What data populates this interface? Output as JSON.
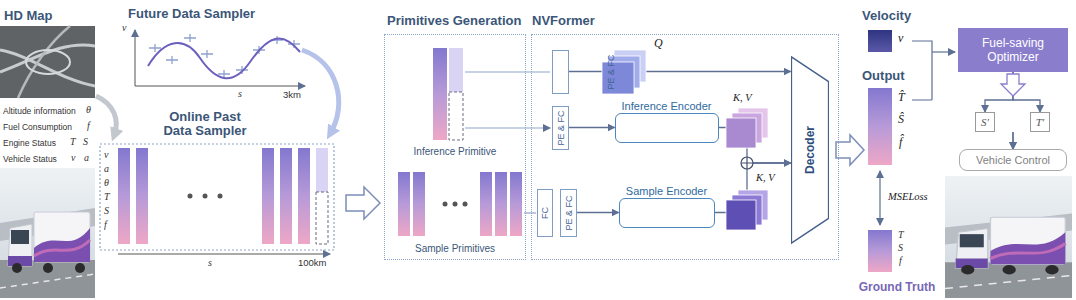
{
  "diagram": {
    "nodes": [
      {
        "text": [
          "Primitives Generation"
        ]
      },
      {
        "text": [
          "NVFormer"
        ]
      },
      {
        "text": [
          "PE & FC"
        ],
        "in": 1
      },
      {
        "text": [
          "PE & FC"
        ],
        "in": 1
      },
      {
        "text": [
          "FC"
        ],
        "in": 1
      },
      {
        "text": [
          "PE & FC"
        ],
        "in": 1
      },
      {
        "text": [
          "Inference Encoder"
        ],
        "in": 1
      },
      {
        "text": [
          "Sample Encoder"
        ],
        "in": 1
      },
      {
        "text": [
          "Decoder"
        ],
        "in": 1
      },
      {
        "text": [
          "Fuel-saving Optimizer"
        ]
      },
      {
        "text": [
          "S′"
        ]
      },
      {
        "text": [
          "T′"
        ]
      },
      {
        "text": [
          "Vehicle Control"
        ]
      }
    ],
    "edges": [
      {
        "from": 2,
        "to": 8,
        "arrow": "to"
      },
      {
        "from": 3,
        "to": 6,
        "arrow": "to"
      },
      {
        "from": 5,
        "to": 7,
        "arrow": "to"
      },
      {
        "from": 6,
        "to": 8,
        "arrow": "to"
      },
      {
        "from": 7,
        "to": 8,
        "arrow": "to"
      },
      {
        "from": 9,
        "to": 10,
        "arrow": "to"
      },
      {
        "from": 9,
        "to": 11,
        "arrow": "to"
      },
      {
        "from": 10,
        "to": 12,
        "arrow": "to"
      },
      {
        "from": 11,
        "to": 12,
        "arrow": "to"
      }
    ],
    "labels": [
      "HD Map",
      "Altitude information",
      "θ",
      "Fuel Consumption",
      "f",
      "Engine Status",
      "T",
      "S",
      "Vehicle Status",
      "v",
      "a",
      "Future Data Sampler",
      "v",
      "s",
      "3km",
      "Online Past Data Sampler",
      "v",
      "a",
      "θ",
      "T",
      "S",
      "f",
      "s",
      "100km",
      "Inference Primitive",
      "Sample Primitives",
      "Q",
      "K, V",
      "K, V",
      "Velocity",
      "v",
      "Output",
      "T̂",
      "Ŝ",
      "f̂",
      "MSELoss",
      "T",
      "S",
      "f",
      "Ground Truth"
    ]
  }
}
